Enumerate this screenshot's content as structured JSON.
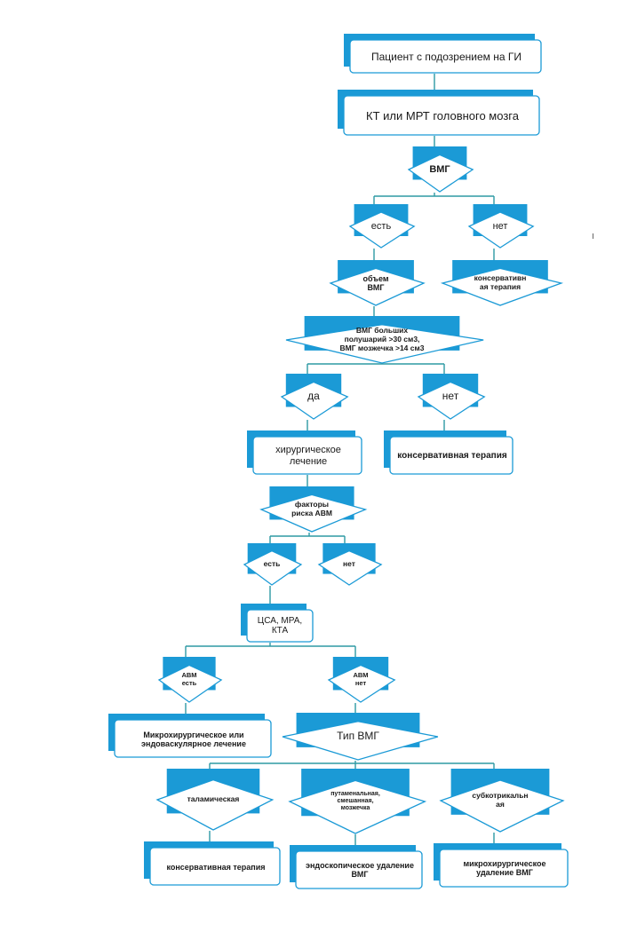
{
  "colors": {
    "accent": "#1B9AD6",
    "line": "#2E9AA4",
    "box_fill": "#ffffff",
    "box_stroke": "#1B9AD6"
  },
  "flowchart": {
    "patient": "Пациент с подозрением на ГИ",
    "imaging": "КТ или МРТ головного мозга",
    "ivh": "ВМГ",
    "ivh_yes": "есть",
    "ivh_no": "нет",
    "volume": "объем\nВМГ",
    "conservative_small": "консервативн\nая терапия",
    "volume_criteria": "ВМГ больших\nполушарий >30 см3,\nВМГ мозжечка >14 см3",
    "yes": "да",
    "no": "нет",
    "surgery": "хирургическое\nлечение",
    "conservative_mid": "консервативная терапия",
    "avm_risk": "факторы\nриска АВМ",
    "risk_yes": "есть",
    "risk_no": "нет",
    "angio": "ЦСА, МРА,\nКТА",
    "avm_yes": "АВМ\nесть",
    "avm_no": "АВМ\nнет",
    "micro_or_endo": "Микрохирургическое или\nэндоваскулярное лечение",
    "ivh_type": "Тип ВМГ",
    "thalamic": "таламическая",
    "putamenal": "путаменальная,\nсмешанная,\nмозжечка",
    "subcortical": "субкотрикальн\nая",
    "conservative_bottom": "консервативная терапия",
    "endoscopic": "эндоскопическое удаление\nВМГ",
    "microsurgical": "микрохирургическое\nудаление ВМГ"
  }
}
